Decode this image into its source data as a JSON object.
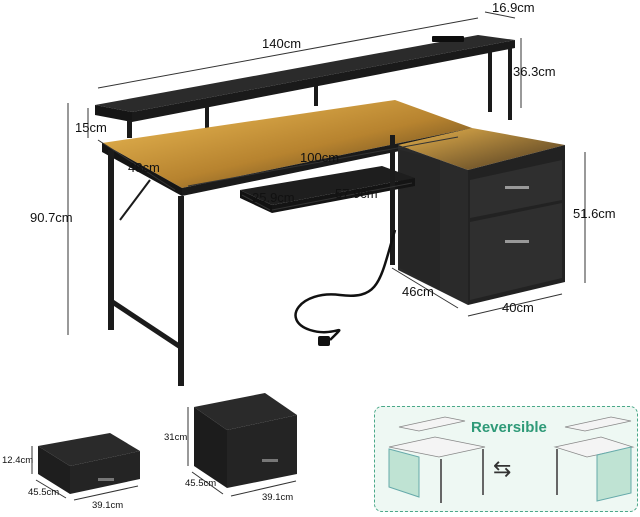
{
  "dimensions": {
    "total_width": "140cm",
    "hutch_depth": "16.9cm",
    "hutch_height": "36.3cm",
    "hutch_shelf_gap": "15cm",
    "total_height": "90.7cm",
    "tray_width": "100cm",
    "desk_depth": "48cm",
    "tray_depth": "25.9cm",
    "tray_length": "57.9cm",
    "cabinet_height": "51.6cm",
    "cabinet_depth": "46cm",
    "cabinet_width": "40cm"
  },
  "small_drawer": {
    "height": "12.4cm",
    "depth": "45.5cm",
    "width": "39.1cm"
  },
  "large_drawer": {
    "height": "31cm",
    "depth": "45.5cm",
    "width": "39.1cm"
  },
  "reversible": {
    "label": "Reversible",
    "arrows": "⇆"
  },
  "colors": {
    "desk": "#1e1e1e",
    "led_glow": "#d8a33a",
    "accent_green": "#2f9a78",
    "reversible_bg": "#eef8f3"
  }
}
